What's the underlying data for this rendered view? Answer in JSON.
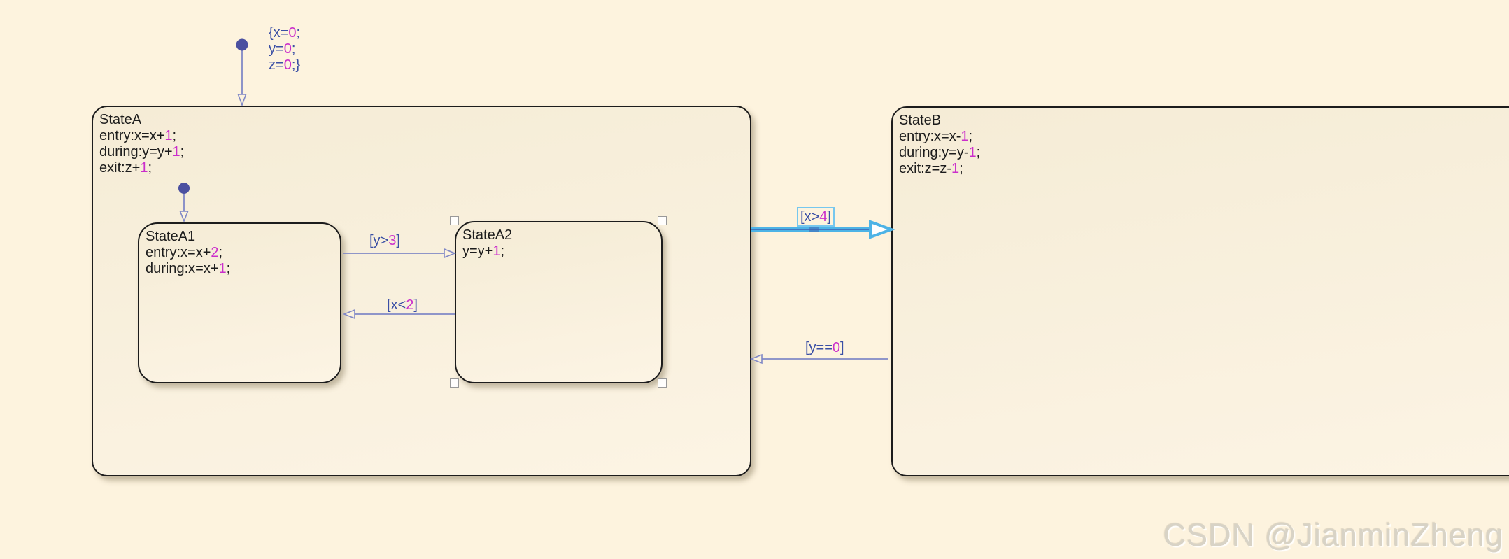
{
  "colors": {
    "background": "#fdf3de",
    "state_fill_top": "#f5ecd6",
    "state_fill_bottom": "#fcf4e4",
    "state_border": "#1c1c1c",
    "state_text": "#1c1c1c",
    "number_text": "#cb2ecb",
    "transition_line": "#8088c6",
    "transition_text": "#3a4fa5",
    "initial_dot": "#4b50a0",
    "selected_transition": "#4db3e6",
    "selected_core": "#3f63b0",
    "selected_label_border": "#76c7ee",
    "handle_border": "#999999",
    "watermark": "#d8d3c6"
  },
  "initial_transition": {
    "label_lines": [
      [
        [
          "{x=",
          "b"
        ],
        [
          "0",
          "m"
        ],
        [
          ";",
          "b"
        ]
      ],
      [
        [
          "y=",
          "b"
        ],
        [
          "0",
          "m"
        ],
        [
          ";",
          "b"
        ]
      ],
      [
        [
          "z=",
          "b"
        ],
        [
          "0",
          "m"
        ],
        [
          ";}",
          "b"
        ]
      ]
    ]
  },
  "states": {
    "stateA": {
      "title": "StateA",
      "lines": [
        [
          [
            "StateA",
            "b"
          ]
        ],
        [
          [
            "entry:x=x+",
            "b"
          ],
          [
            "1",
            "m"
          ],
          [
            ";",
            "b"
          ]
        ],
        [
          [
            "during:y=y+",
            "b"
          ],
          [
            "1",
            "m"
          ],
          [
            ";",
            "b"
          ]
        ],
        [
          [
            "exit:z+",
            "b"
          ],
          [
            "1",
            "m"
          ],
          [
            ";",
            "b"
          ]
        ]
      ]
    },
    "stateA1": {
      "title": "StateA1",
      "lines": [
        [
          [
            "StateA1",
            "b"
          ]
        ],
        [
          [
            "entry:x=x+",
            "b"
          ],
          [
            "2",
            "m"
          ],
          [
            ";",
            "b"
          ]
        ],
        [
          [
            "during:x=x+",
            "b"
          ],
          [
            "1",
            "m"
          ],
          [
            ";",
            "b"
          ]
        ]
      ]
    },
    "stateA2": {
      "title": "StateA2",
      "selected": true,
      "lines": [
        [
          [
            "StateA2",
            "b"
          ]
        ],
        [
          [
            "y=y+",
            "b"
          ],
          [
            "1",
            "m"
          ],
          [
            ";",
            "b"
          ]
        ]
      ]
    },
    "stateB": {
      "title": "StateB",
      "lines": [
        [
          [
            "StateB",
            "b"
          ]
        ],
        [
          [
            "entry:x=x-",
            "b"
          ],
          [
            "1",
            "m"
          ],
          [
            ";",
            "b"
          ]
        ],
        [
          [
            "during:y=y-",
            "b"
          ],
          [
            "1",
            "m"
          ],
          [
            ";",
            "b"
          ]
        ],
        [
          [
            "exit:z=z-",
            "b"
          ],
          [
            "1",
            "m"
          ],
          [
            ";",
            "b"
          ]
        ]
      ]
    }
  },
  "transitions": {
    "y_gt_3": {
      "from": "StateA1",
      "to": "StateA2",
      "label": [
        [
          [
            "[y>",
            "b"
          ],
          [
            "3",
            "m"
          ],
          [
            "]",
            "b"
          ]
        ]
      ]
    },
    "x_lt_2": {
      "from": "StateA2",
      "to": "StateA1",
      "label": [
        [
          [
            "[x<",
            "b"
          ],
          [
            "2",
            "m"
          ],
          [
            "]",
            "b"
          ]
        ]
      ]
    },
    "x_gt_4": {
      "from": "StateA",
      "to": "StateB",
      "selected": true,
      "label": [
        [
          [
            "[x>",
            "b"
          ],
          [
            "4",
            "m"
          ],
          [
            "]",
            "b"
          ]
        ]
      ]
    },
    "y_eq_0": {
      "from": "StateB",
      "to": "StateA",
      "label": [
        [
          [
            "[y==",
            "b"
          ],
          [
            "0",
            "m"
          ],
          [
            "]",
            "b"
          ]
        ]
      ]
    }
  },
  "watermark": {
    "text": "CSDN @JianminZheng"
  }
}
